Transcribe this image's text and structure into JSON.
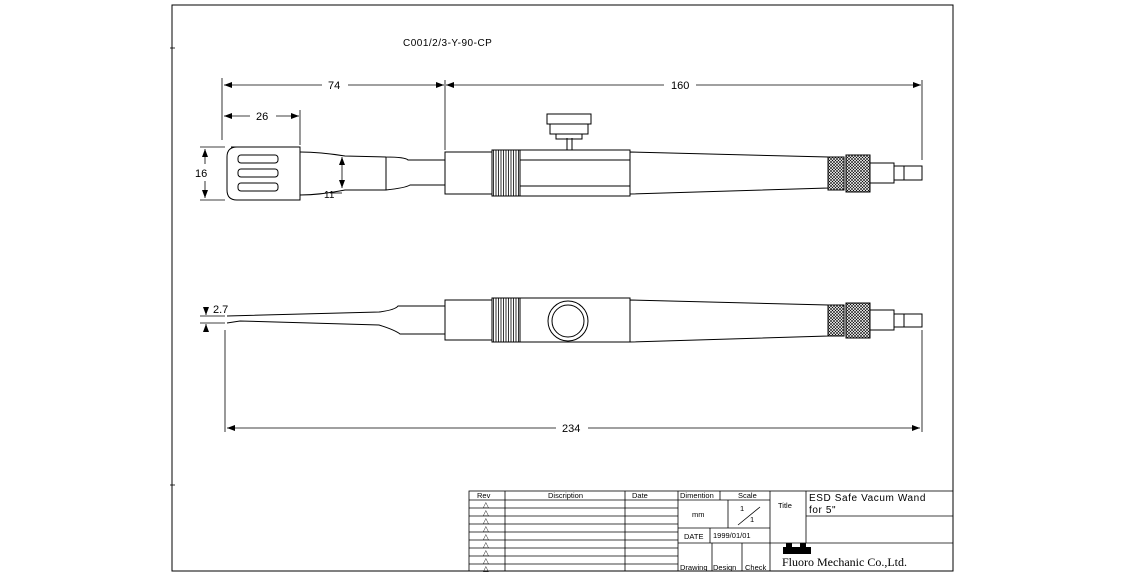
{
  "part_code": "C001/2/3-Y-90-CP",
  "dimensions": {
    "d74": "74",
    "d160": "160",
    "d26": "26",
    "d16": "16",
    "d11": "11",
    "d2_7": "2.7",
    "d234": "234"
  },
  "title_block": {
    "rev_header": "Rev",
    "description_header": "Discription",
    "date_header": "Date",
    "rev_symbol": "△",
    "dimention_header": "Dimention",
    "dimention_value": "mm",
    "scale_header": "Scale",
    "scale_numerator": "1",
    "scale_denominator": "1",
    "date_label": "DATE",
    "date_value": "1999/01/01",
    "title_label": "Title",
    "title_line1": "ESD Safe Vacum Wand",
    "title_line2": "for 5\"",
    "drawing_label": "Drawing",
    "design_label": "Design",
    "check_label": "Check",
    "company_name": "Fluoro Mechanic Co.,Ltd."
  }
}
